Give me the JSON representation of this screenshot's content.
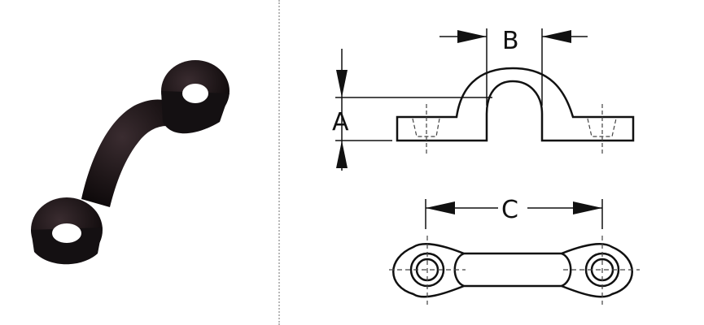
{
  "product": {
    "name": "Pad eye / strap eye",
    "color_hex": "#1c1416"
  },
  "photo_panel": {
    "description": "Black nylon strap eye photo"
  },
  "drawing": {
    "labels": {
      "a": "A",
      "b": "B",
      "c": "C"
    },
    "line_color": "#111111",
    "centerline_color": "#444444"
  },
  "divider": {
    "style": "dotted",
    "color": "#b8b8b8"
  }
}
